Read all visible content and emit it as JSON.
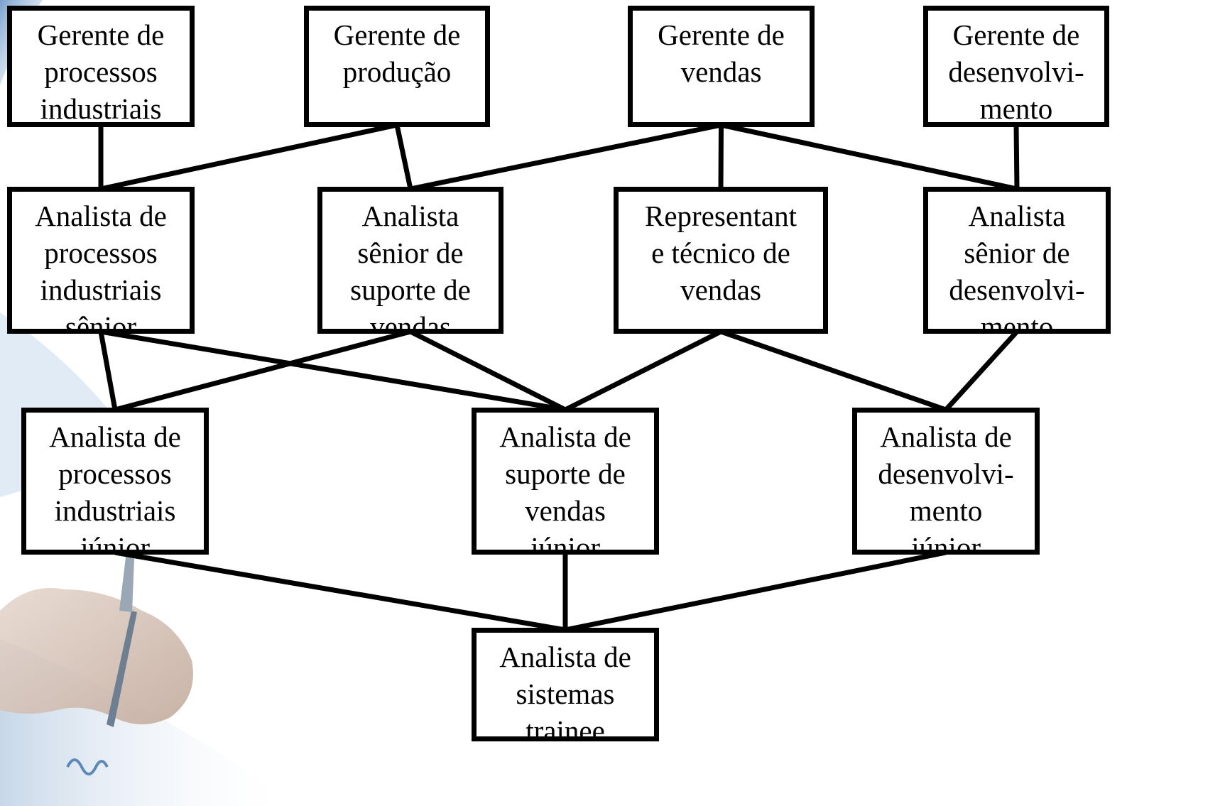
{
  "diagram": {
    "type": "career-path-network",
    "nodes": [
      {
        "id": "gerente-processos",
        "level": 1,
        "lines": [
          "Gerente de",
          "processos",
          "industriais"
        ]
      },
      {
        "id": "gerente-producao",
        "level": 1,
        "lines": [
          "Gerente de",
          "produção"
        ]
      },
      {
        "id": "gerente-vendas",
        "level": 1,
        "lines": [
          "Gerente de",
          "vendas"
        ]
      },
      {
        "id": "gerente-desenvolvimento",
        "level": 1,
        "lines": [
          "Gerente de",
          "desenvolvi-",
          "mento"
        ]
      },
      {
        "id": "analista-processos-senior",
        "level": 2,
        "lines": [
          "Analista de",
          "processos",
          "industriais",
          "sênior"
        ]
      },
      {
        "id": "analista-suporte-senior",
        "level": 2,
        "lines": [
          "Analista",
          "sênior de",
          "suporte de",
          "vendas"
        ]
      },
      {
        "id": "representante-tecnico",
        "level": 2,
        "lines": [
          "Representant",
          "e técnico de",
          "vendas"
        ]
      },
      {
        "id": "analista-desenvolvimento-senior",
        "level": 2,
        "lines": [
          "Analista",
          "sênior de",
          "desenvolvi-",
          "mento"
        ]
      },
      {
        "id": "analista-processos-junior",
        "level": 3,
        "lines": [
          "Analista de",
          "processos",
          "industriais",
          "júnior"
        ]
      },
      {
        "id": "analista-suporte-junior",
        "level": 3,
        "lines": [
          "Analista de",
          "suporte de",
          "vendas",
          "júnior"
        ]
      },
      {
        "id": "analista-desenvolvimento-junior",
        "level": 3,
        "lines": [
          "Analista de",
          "desenvolvi-",
          "mento",
          "júnior"
        ]
      },
      {
        "id": "analista-sistemas-trainee",
        "level": 4,
        "lines": [
          "Analista de",
          "sistemas",
          "trainee"
        ]
      }
    ],
    "edges": [
      [
        "gerente-processos",
        "analista-processos-senior"
      ],
      [
        "gerente-producao",
        "analista-processos-senior"
      ],
      [
        "gerente-producao",
        "analista-suporte-senior"
      ],
      [
        "gerente-vendas",
        "analista-suporte-senior"
      ],
      [
        "gerente-vendas",
        "representante-tecnico"
      ],
      [
        "gerente-vendas",
        "analista-desenvolvimento-senior"
      ],
      [
        "gerente-desenvolvimento",
        "analista-desenvolvimento-senior"
      ],
      [
        "analista-processos-senior",
        "analista-processos-junior"
      ],
      [
        "analista-processos-senior",
        "analista-suporte-junior"
      ],
      [
        "analista-suporte-senior",
        "analista-processos-junior"
      ],
      [
        "analista-suporte-senior",
        "analista-suporte-junior"
      ],
      [
        "representante-tecnico",
        "analista-suporte-junior"
      ],
      [
        "representante-tecnico",
        "analista-desenvolvimento-junior"
      ],
      [
        "analista-desenvolvimento-senior",
        "analista-desenvolvimento-junior"
      ],
      [
        "analista-processos-junior",
        "analista-sistemas-trainee"
      ],
      [
        "analista-suporte-junior",
        "analista-sistemas-trainee"
      ],
      [
        "analista-desenvolvimento-junior",
        "analista-sistemas-trainee"
      ]
    ]
  },
  "background": {
    "image": "hand-writing-with-pen",
    "accent_color": "#7fa8d0"
  },
  "colors": {
    "box_border": "#000000",
    "connector": "#000000",
    "text": "#000000"
  }
}
